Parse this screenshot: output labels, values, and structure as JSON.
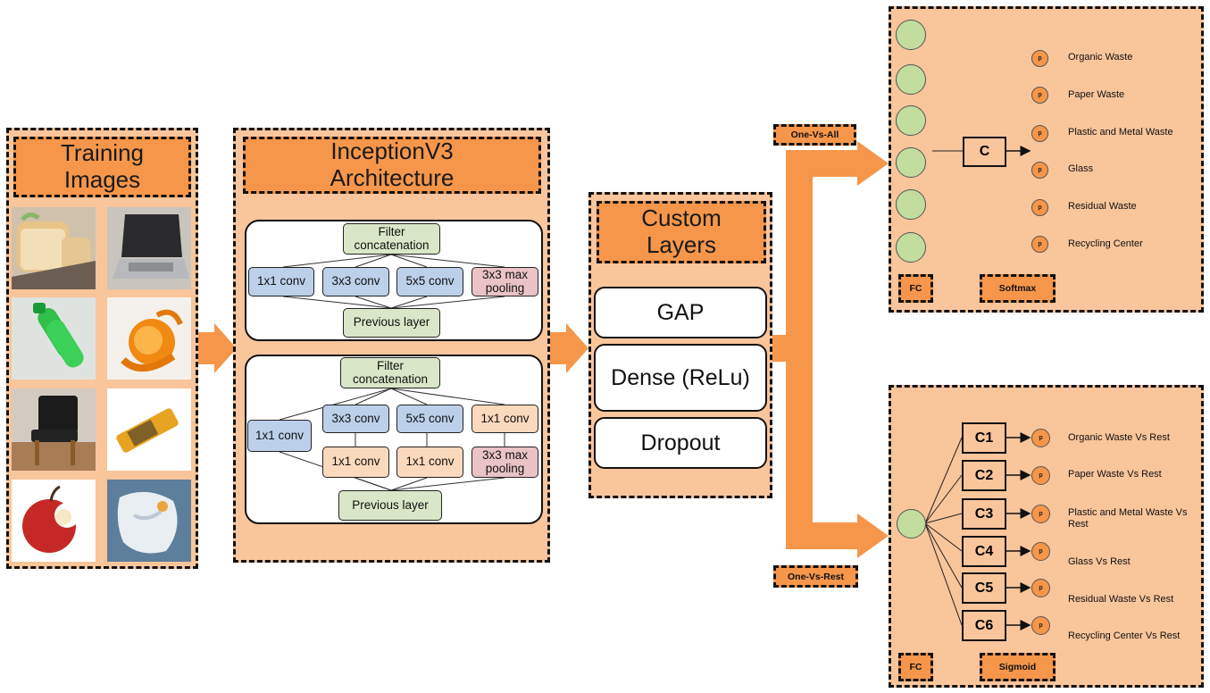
{
  "training": {
    "title": "Training Images",
    "images": [
      {
        "icon": "bread-photo-icon"
      },
      {
        "icon": "laptop-photo-icon"
      },
      {
        "icon": "green-bottle-photo-icon"
      },
      {
        "icon": "orange-peel-photo-icon"
      },
      {
        "icon": "chair-photo-icon"
      },
      {
        "icon": "battery-photo-icon"
      },
      {
        "icon": "apple-photo-icon"
      },
      {
        "icon": "plastic-bag-photo-icon"
      }
    ]
  },
  "inception": {
    "title": "InceptionV3 Architecture",
    "block1": {
      "filter_concat": "Filter concatenation",
      "conv1": "1x1 conv",
      "conv3": "3x3 conv",
      "conv5": "5x5 conv",
      "pool": "3x3 max pooling",
      "previous": "Previous layer"
    },
    "block2": {
      "filter_concat": "Filter concatenation",
      "conv1_left": "1x1 conv",
      "conv3": "3x3 conv",
      "conv5": "5x5 conv",
      "conv1_right": "1x1 conv",
      "conv1_a": "1x1 conv",
      "conv1_b": "1x1 conv",
      "pool": "3x3 max pooling",
      "previous": "Previous layer"
    }
  },
  "custom": {
    "title": "Custom Layers",
    "layers": [
      "GAP",
      "Dense (ReLu)",
      "Dropout"
    ]
  },
  "tags": {
    "one_vs_all": "One-Vs-All",
    "one_vs_rest": "One-Vs-Rest"
  },
  "softmax_panel": {
    "classifier": "C",
    "p_label": "p",
    "outputs": [
      "Organic Waste",
      "Paper Waste",
      "Plastic and Metal Waste",
      "Glass",
      "Residual Waste",
      "Recycling Center"
    ],
    "fc_label": "FC",
    "activation_label": "Softmax"
  },
  "sigmoid_panel": {
    "classifiers": [
      "C1",
      "C2",
      "C3",
      "C4",
      "C5",
      "C6"
    ],
    "p_label": "p",
    "outputs": [
      "Organic Waste Vs Rest",
      "Paper Waste Vs Rest",
      "Plastic and Metal Waste Vs Rest",
      "Glass Vs Rest",
      "Residual Waste Vs Rest",
      "Recycling Center Vs Rest"
    ],
    "fc_label": "FC",
    "activation_label": "Sigmoid"
  },
  "colors": {
    "panel_fill": "#f9c59b",
    "title_fill": "#f5964a",
    "arrow": "#f5964a",
    "node_green": "#c2dd9e"
  }
}
